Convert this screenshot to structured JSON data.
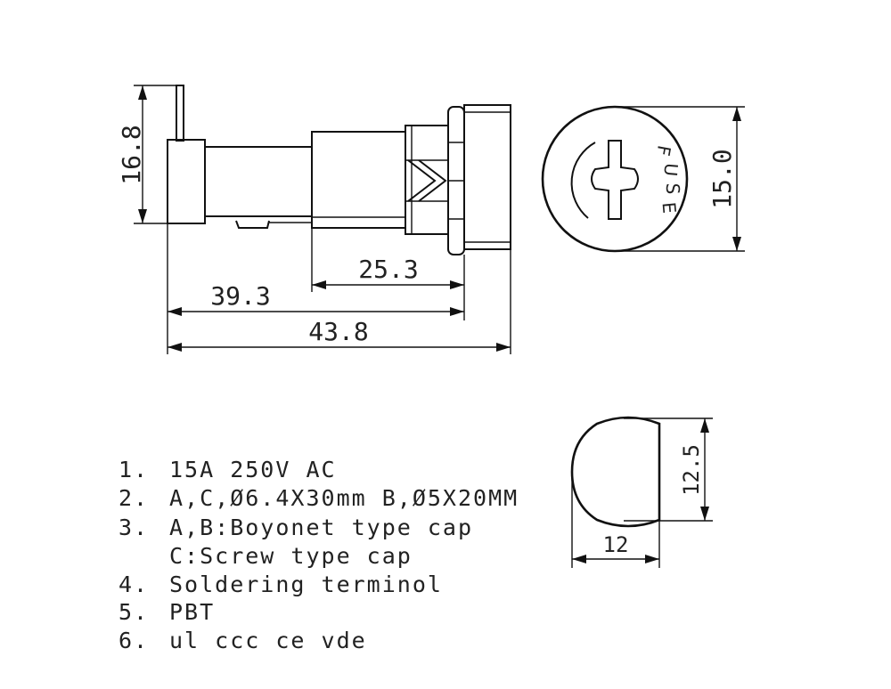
{
  "dimensions": {
    "height_left": "16.8",
    "len_25_3": "25.3",
    "len_39_3": "39.3",
    "len_43_8": "43.8",
    "cap_dia": "15.0",
    "knob_h": "12.5",
    "knob_w": "12"
  },
  "cap_label": [
    "F",
    "U",
    "S",
    "E"
  ],
  "notes": [
    {
      "num": "1.",
      "text": "15A 250V AC"
    },
    {
      "num": "2.",
      "text": "A,C,Ø6.4X30mm B,Ø5X20MM"
    },
    {
      "num": "3.",
      "text": "A,B:Boyonet type cap"
    },
    {
      "num": "",
      "text": "C:Screw type cap"
    },
    {
      "num": "4.",
      "text": "Soldering terminol"
    },
    {
      "num": "5.",
      "text": "PBT"
    },
    {
      "num": "6.",
      "text": "ul ccc ce vde"
    }
  ]
}
